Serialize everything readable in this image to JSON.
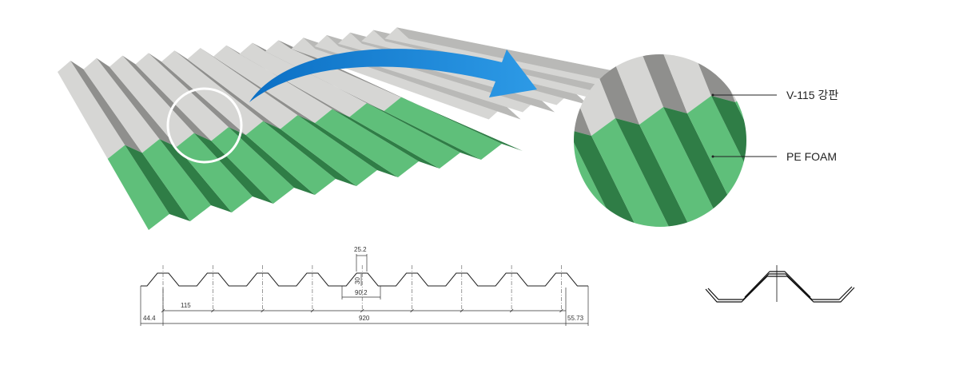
{
  "labels": {
    "steel": "V-115 강판",
    "foam": "PE FOAM"
  },
  "dimensions": {
    "top_width": "25.2",
    "height": "30",
    "bottom_width": "90.2",
    "pitch": "115",
    "left_edge": "44.4",
    "total_width": "920",
    "right_edge": "55.73"
  },
  "colors": {
    "steel_light": "#d6d6d4",
    "steel_mid": "#b9b9b7",
    "steel_dark": "#8f8f8d",
    "foam_light": "#5fbf7a",
    "foam_mid": "#3e9a5a",
    "foam_dark": "#2f7d46",
    "arrow": "#1e86d6",
    "line": "#222222"
  }
}
